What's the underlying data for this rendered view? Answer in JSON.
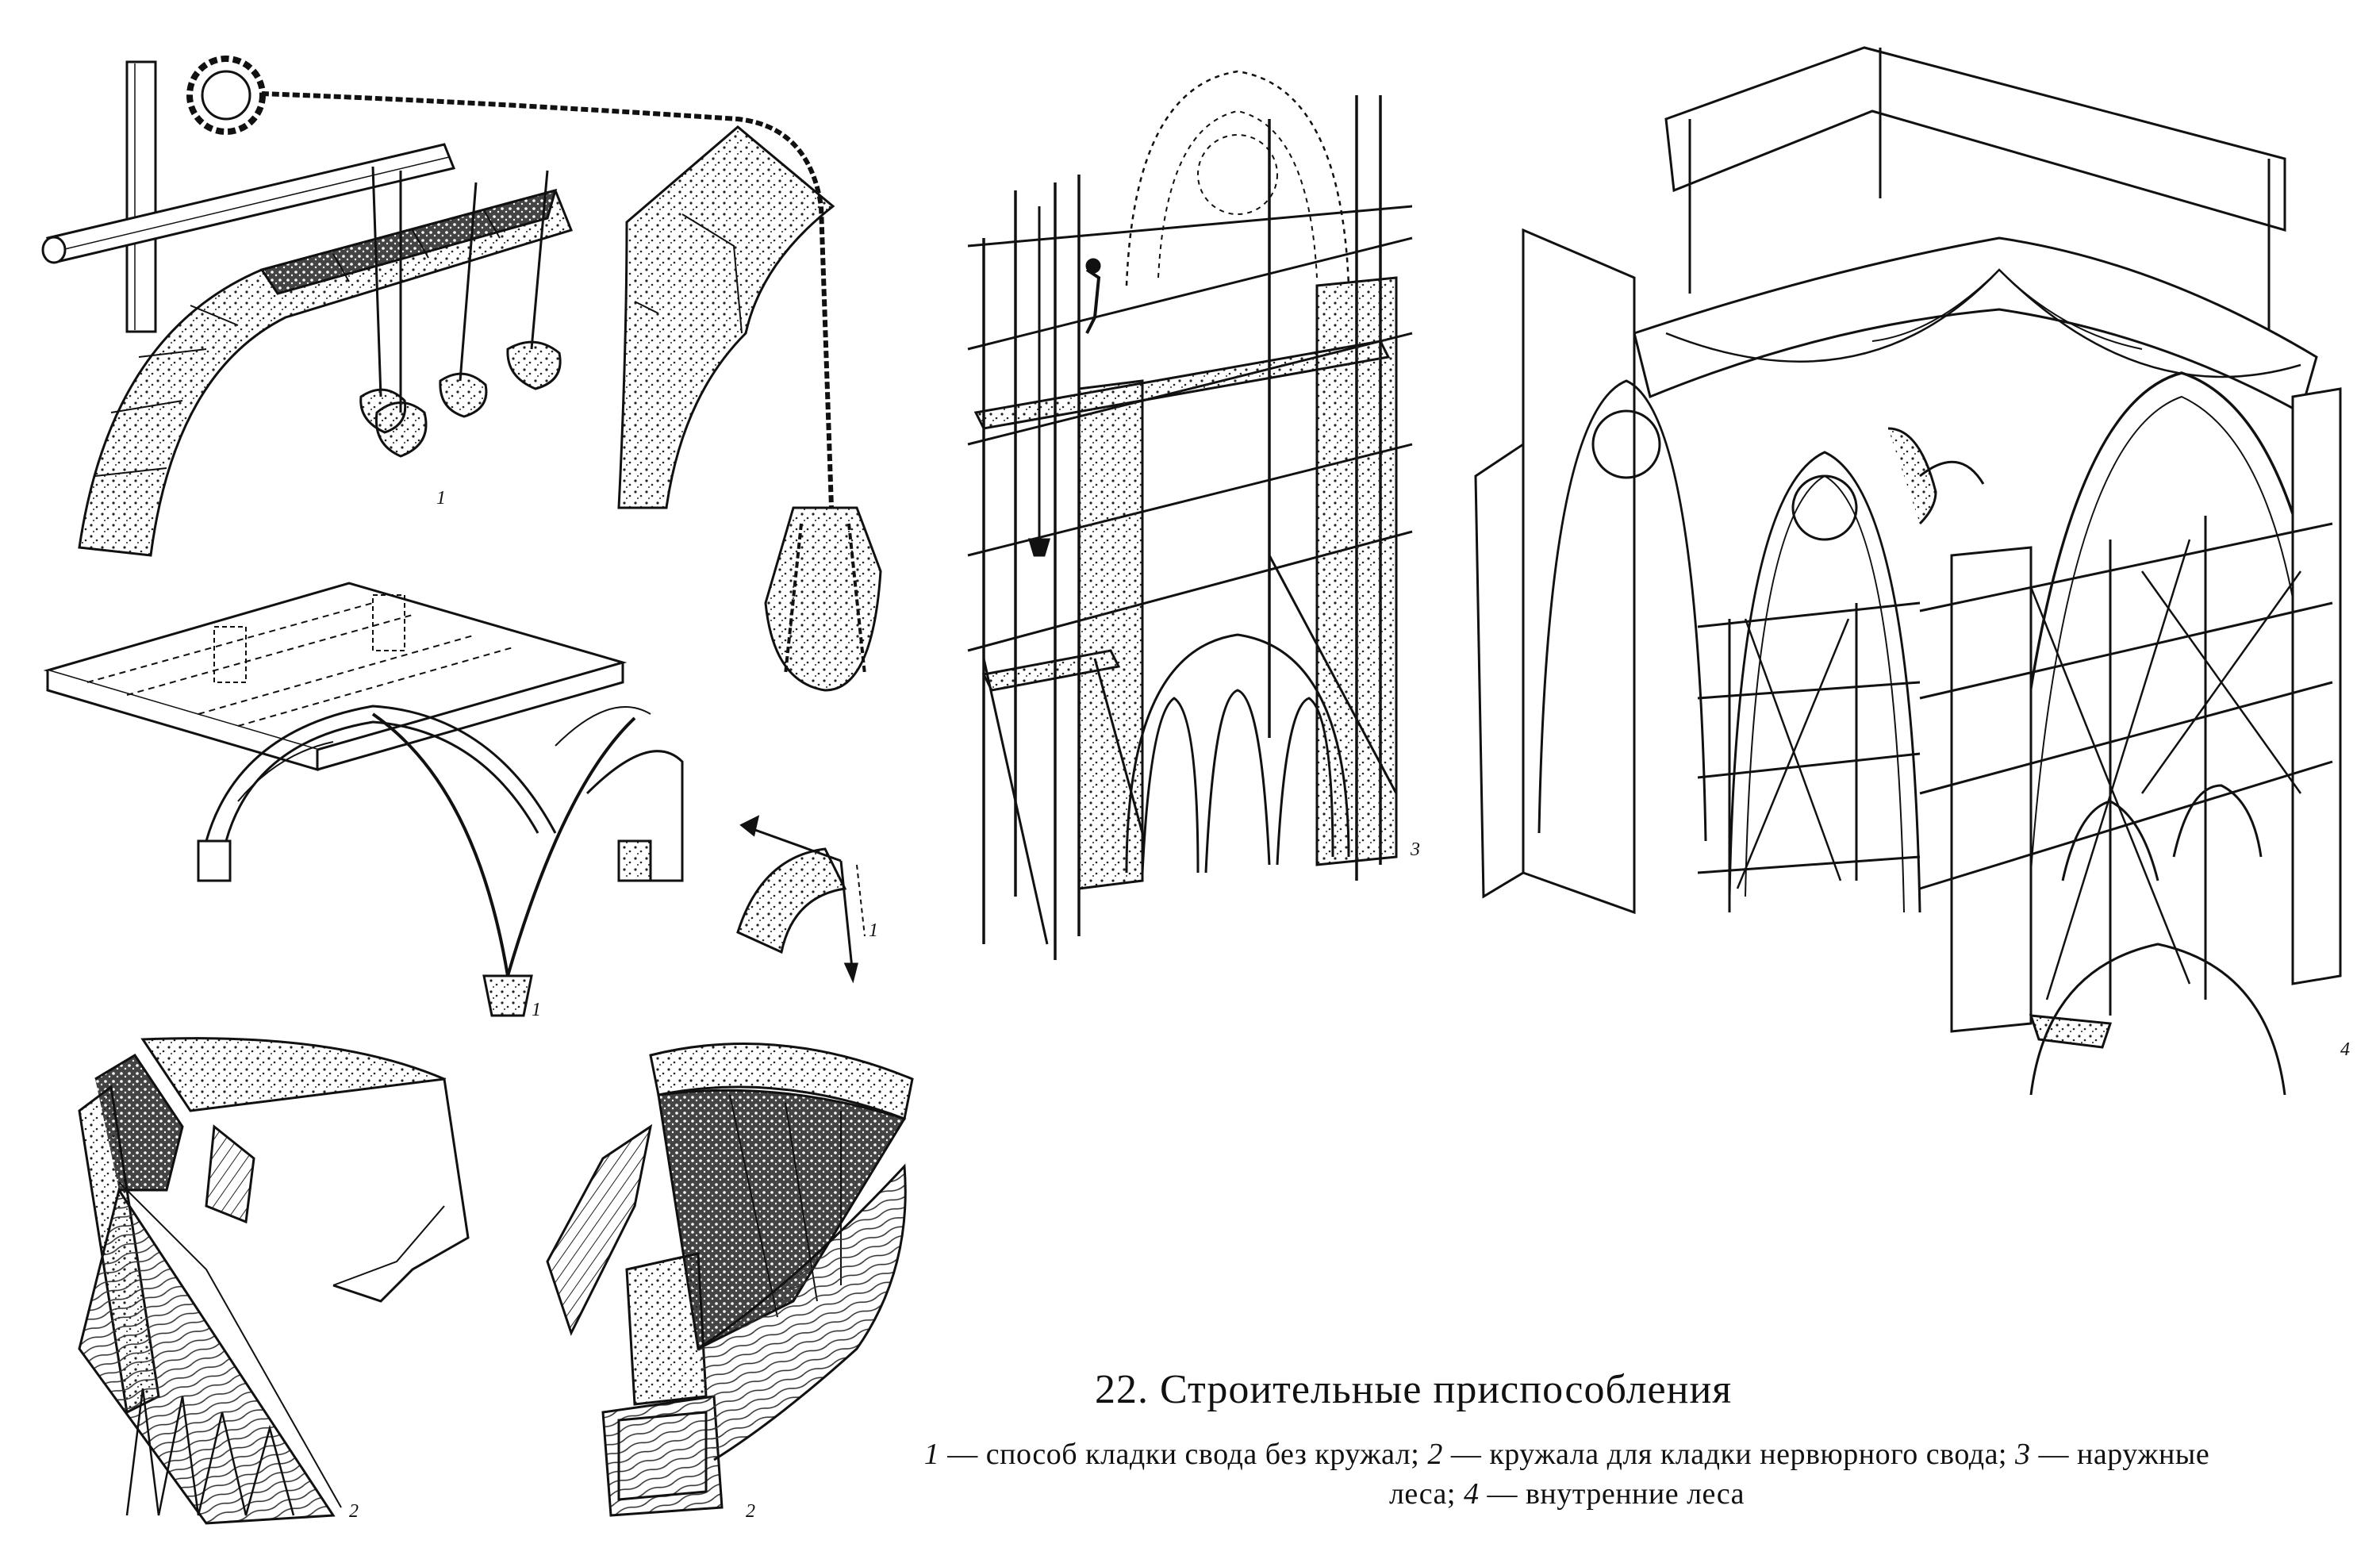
{
  "figure": {
    "title": "22. Строительные приспособления",
    "legend": [
      {
        "num": "1",
        "text": "способ кладки свода без кружал;"
      },
      {
        "num": "2",
        "text": "кружала для кладки нервюрного свода;"
      },
      {
        "num": "3",
        "text": "наружные леса;"
      },
      {
        "num": "4",
        "text": "внутренние леса"
      }
    ],
    "panel_labels": {
      "p1_top": "1",
      "p1_vault": "1",
      "p1_forces": "1",
      "p2_left": "2",
      "p2_right": "2",
      "p3": "3",
      "p4": "4"
    }
  }
}
